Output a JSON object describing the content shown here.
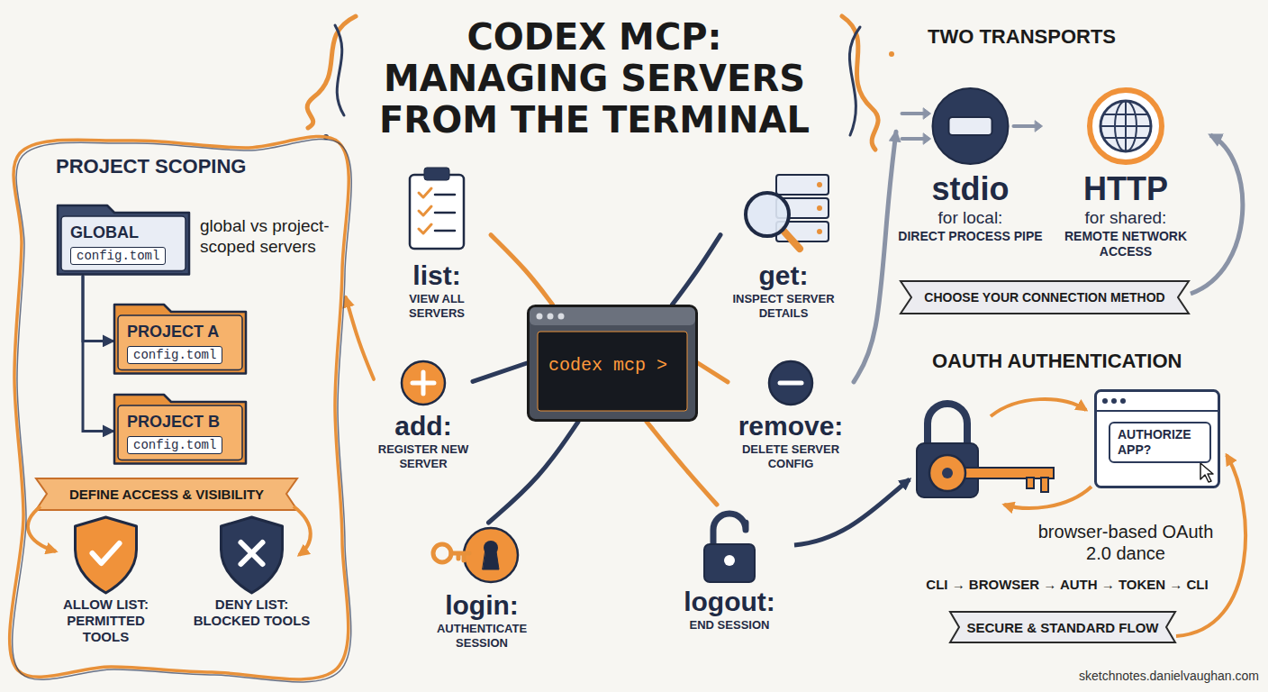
{
  "diagram": {
    "title": "CODEX MCP: MANAGING SERVERS FROM THE TERMINAL",
    "nodes": [
      {
        "text": [
          "PROJECT SCOPING"
        ]
      },
      {
        "text": [
          "GLOBAL",
          "config.toml"
        ],
        "in": 0
      },
      {
        "text": [
          "PROJECT A",
          "config.toml"
        ],
        "in": 0
      },
      {
        "text": [
          "PROJECT B",
          "config.toml"
        ],
        "in": 0
      },
      {
        "text": [
          "ALLOW LIST:",
          "PERMITTED TOOLS"
        ],
        "in": 0
      },
      {
        "text": [
          "DENY LIST:",
          "BLOCKED TOOLS"
        ],
        "in": 0
      },
      {
        "text": [
          "list:",
          "VIEW ALL SERVERS"
        ]
      },
      {
        "text": [
          "get:",
          "INSPECT SERVER DETAILS"
        ]
      },
      {
        "text": [
          "codex mcp >"
        ]
      },
      {
        "text": [
          "add:",
          "REGISTER NEW SERVER"
        ]
      },
      {
        "text": [
          "remove:",
          "DELETE SERVER CONFIG"
        ]
      },
      {
        "text": [
          "login:",
          "AUTHENTICATE SESSION"
        ]
      },
      {
        "text": [
          "logout:",
          "END SESSION"
        ]
      },
      {
        "text": [
          "stdio",
          "for local:",
          "DIRECT PROCESS PIPE"
        ]
      },
      {
        "text": [
          "HTTP",
          "for shared:",
          "REMOTE NETWORK ACCESS"
        ]
      },
      {
        "text": [
          "AUTHORIZE APP?"
        ]
      }
    ],
    "edges": [
      {
        "from": 8,
        "to": 6,
        "arrow": "none"
      },
      {
        "from": 8,
        "to": 7,
        "arrow": "none"
      },
      {
        "from": 8,
        "to": 9,
        "arrow": "none"
      },
      {
        "from": 8,
        "to": 10,
        "arrow": "none"
      },
      {
        "from": 8,
        "to": 11,
        "arrow": "none"
      },
      {
        "from": 8,
        "to": 12,
        "arrow": "none"
      },
      {
        "from": 9,
        "to": 0,
        "arrow": "to"
      },
      {
        "from": 10,
        "to": 13,
        "arrow": "to"
      },
      {
        "from": 1,
        "to": 2,
        "arrow": "to"
      },
      {
        "from": 1,
        "to": 3,
        "arrow": "to"
      }
    ],
    "labels": [
      "global vs project-scoped servers",
      "DEFINE ACCESS & VISIBILITY",
      "TWO TRANSPORTS",
      "CHOOSE YOUR CONNECTION METHOD",
      "OAUTH AUTHENTICATION",
      "browser-based OAuth 2.0 dance",
      "CLI → BROWSER → AUTH → TOKEN → CLI",
      "SECURE & STANDARD FLOW",
      "sketchnotes.danielvaughan.com"
    ]
  }
}
